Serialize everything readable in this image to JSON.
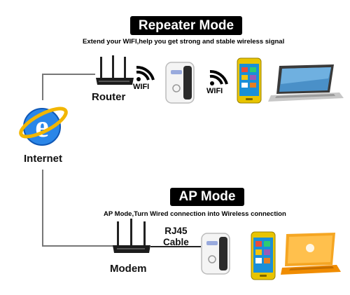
{
  "repeater": {
    "title": "Repeater Mode",
    "subtitle": "Extend your WIFI,help you get strong and stable wireless signal",
    "router_label": "Router",
    "wifi_label_1": "WIFI",
    "wifi_label_2": "WIFI"
  },
  "internet": {
    "label": "Internet"
  },
  "ap": {
    "title": "AP Mode",
    "subtitle": "AP Mode,Turn Wired connection into Wireless connection",
    "cable_line1": "RJ45",
    "cable_line2": "Cable",
    "modem_label": "Modem"
  },
  "colors": {
    "phone_body": "#e8c400",
    "phone_screen": "#1a8fd8",
    "laptop_orange": "#f5a623",
    "banner_bg": "#000000",
    "ie_blue": "#1f7be0"
  }
}
